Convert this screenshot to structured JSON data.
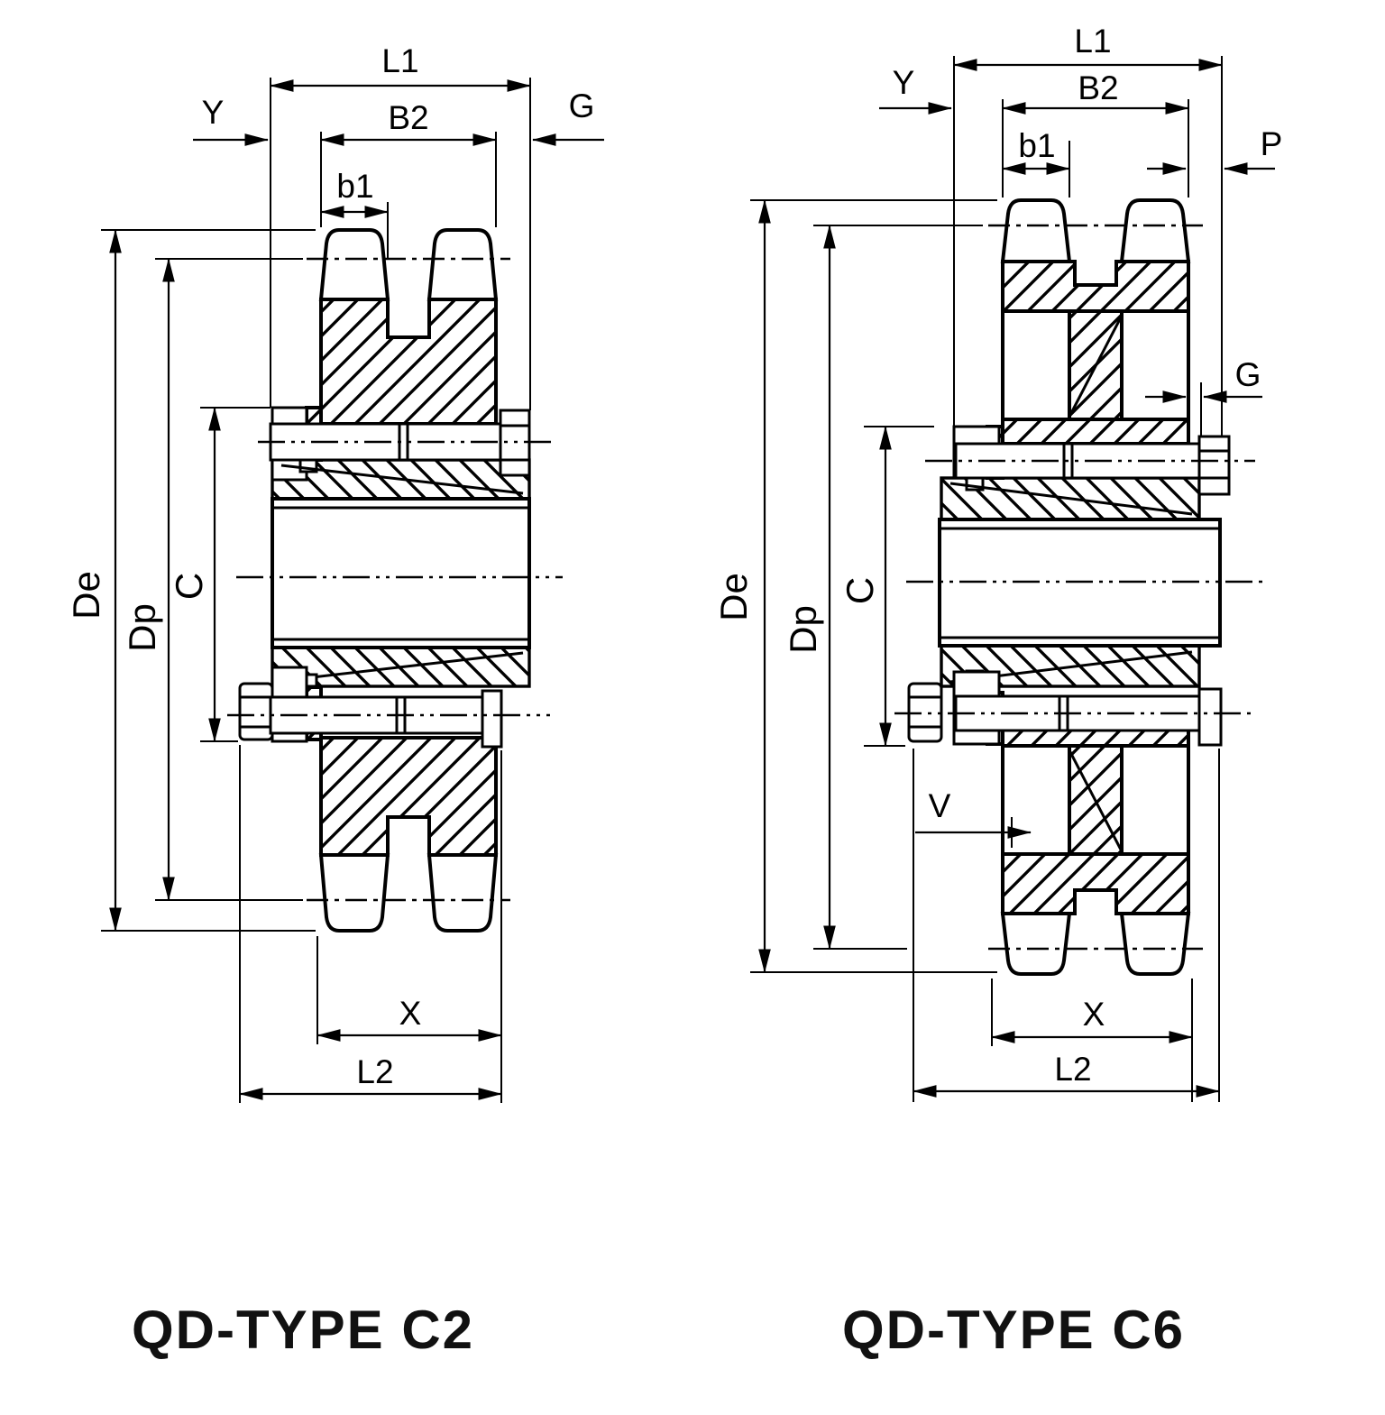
{
  "page": {
    "background": "#ffffff",
    "line_color": "#000000"
  },
  "left_view": {
    "title": "QD-TYPE C2",
    "dims": {
      "l1": "L1",
      "b2": "B2",
      "y": "Y",
      "g": "G",
      "b1": "b1",
      "de": "De",
      "dp": "Dp",
      "c": "C",
      "x": "X",
      "l2": "L2"
    }
  },
  "right_view": {
    "title": "QD-TYPE C6",
    "dims": {
      "l1": "L1",
      "b2": "B2",
      "y": "Y",
      "b1": "b1",
      "p": "P",
      "g": "G",
      "de": "De",
      "dp": "Dp",
      "c": "C",
      "v": "V",
      "x": "X",
      "l2": "L2"
    }
  }
}
